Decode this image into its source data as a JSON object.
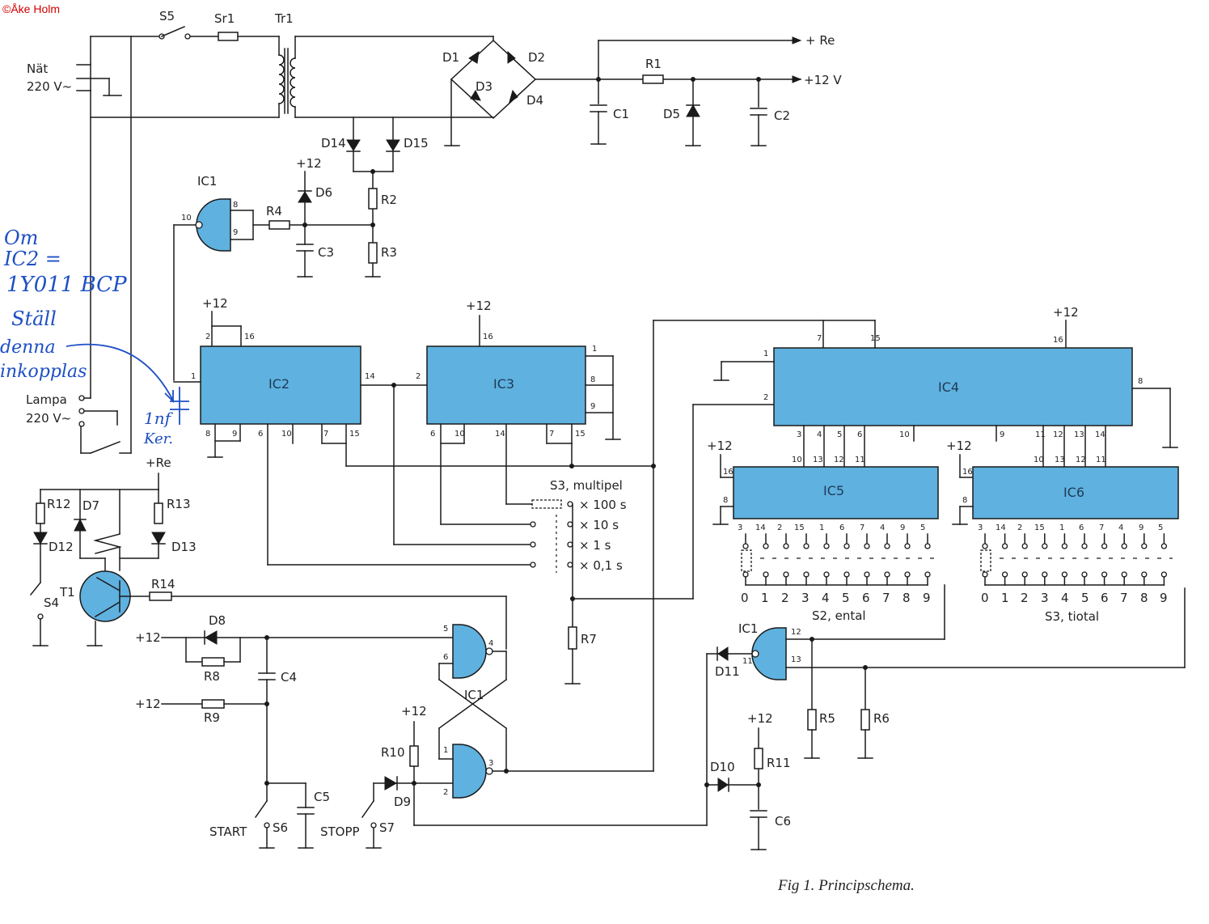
{
  "copyright": "©Åke Holm",
  "caption": "Fig 1. Principschema.",
  "rails": {
    "re": "+ Re",
    "v12": "+12 V"
  },
  "mains": {
    "nat": "Nät",
    "v220": "220 V~",
    "lampa": "Lampa",
    "lampa_v": "220 V~"
  },
  "handwritten": {
    "lines": [
      "Om",
      "IC2 =",
      "1Y011 BCP",
      "Ställ",
      "denna",
      "inkopplas"
    ],
    "capacitor": [
      "1nf",
      "Ker."
    ]
  },
  "components": {
    "S5": "S5",
    "Sr1": "Sr1",
    "Tr1": "Tr1",
    "D1": "D1",
    "D2": "D2",
    "D3": "D3",
    "D4": "D4",
    "D5": "D5",
    "D6": "D6",
    "D7": "D7",
    "D8": "D8",
    "D9": "D9",
    "D10": "D10",
    "D11": "D11",
    "D12": "D12",
    "D13": "D13",
    "D14": "D14",
    "D15": "D15",
    "R1": "R1",
    "R2": "R2",
    "R3": "R3",
    "R4": "R4",
    "R5": "R5",
    "R6": "R6",
    "R7": "R7",
    "R8": "R8",
    "R9": "R9",
    "R10": "R10",
    "R11": "R11",
    "R12": "R12",
    "R13": "R13",
    "R14": "R14",
    "C1": "C1",
    "C2": "C2",
    "C3": "C3",
    "C4": "C4",
    "C5": "C5",
    "C6": "C6",
    "T1": "T1",
    "S4": "S4",
    "S6": "S6",
    "S7": "S7",
    "IC1": "IC1",
    "IC2": "IC2",
    "IC3": "IC3",
    "IC4": "IC4",
    "IC5": "IC5",
    "IC6": "IC6",
    "start": "START",
    "stopp": "STOPP",
    "plus12": "+12",
    "plusRe": "+Re"
  },
  "switch_s3": {
    "title": "S3, multipel",
    "positions": [
      "× 100 s",
      "× 10 s",
      "× 1 s",
      "× 0,1 s"
    ]
  },
  "switch_entral": {
    "label": "S2, ental",
    "digits": [
      "0",
      "1",
      "2",
      "3",
      "4",
      "5",
      "6",
      "7",
      "8",
      "9"
    ]
  },
  "switch_tiotal": {
    "label": "S3, tiotal",
    "digits": [
      "0",
      "1",
      "2",
      "3",
      "4",
      "5",
      "6",
      "7",
      "8",
      "9"
    ]
  },
  "pins": {
    "ic1a": [
      "8",
      "9",
      "10"
    ],
    "ic2_top": [
      "2",
      "16"
    ],
    "ic2_left": "1",
    "ic2_right": "14",
    "ic2_bottom": [
      "8",
      "9",
      "6",
      "10",
      "7",
      "15"
    ],
    "ic3_top": "16",
    "ic3_left": "2",
    "ic3_right": [
      "1",
      "8",
      "9"
    ],
    "ic3_bottom": [
      "6",
      "10",
      "14",
      "7",
      "15"
    ],
    "ic4_top": [
      "7",
      "15",
      "16"
    ],
    "ic4_left": [
      "1",
      "2"
    ],
    "ic4_right": "8",
    "ic4_bottom": [
      "3",
      "4",
      "5",
      "6",
      "10",
      "9",
      "11",
      "12",
      "13",
      "14"
    ],
    "ic5_top": [
      "10",
      "13",
      "12",
      "11"
    ],
    "ic5_left": [
      "16",
      "8"
    ],
    "ic5_bottom": [
      "3",
      "14",
      "2",
      "15",
      "1",
      "6",
      "7",
      "4",
      "9",
      "5"
    ],
    "ic6_top": [
      "10",
      "13",
      "12",
      "11"
    ],
    "ic6_left": [
      "16",
      "8"
    ],
    "ic6_bottom": [
      "3",
      "14",
      "2",
      "15",
      "1",
      "6",
      "7",
      "4",
      "9",
      "5"
    ],
    "ic1b": [
      "5",
      "6",
      "4"
    ],
    "ic1c": [
      "1",
      "2",
      "3"
    ],
    "ic1d": [
      "12",
      "13",
      "11"
    ]
  }
}
